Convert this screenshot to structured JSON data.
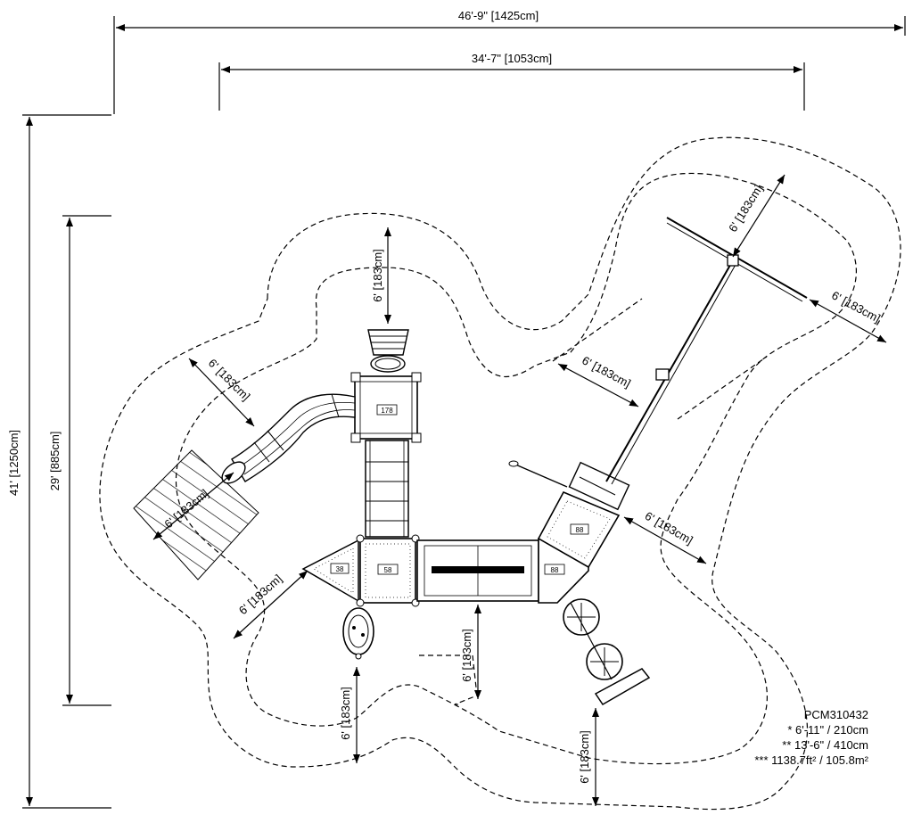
{
  "overall": {
    "width": "46'-9\" [1425cm]",
    "width_inner": "34'-7\" [1053cm]",
    "height": "41' [1250cm]",
    "height_inner": "29' [885cm]"
  },
  "zone_label": "6' [183cm]",
  "platforms": {
    "tower": "178",
    "left_triangle": "38",
    "left_square": "58",
    "right_square": "88",
    "upper_right": "88"
  },
  "specs": {
    "model": "PCM310432",
    "line1": "* 6'-11\" / 210cm",
    "line2": "** 13'-6\" / 410cm",
    "line3": "*** 1138.7ft² / 105.8m²"
  }
}
